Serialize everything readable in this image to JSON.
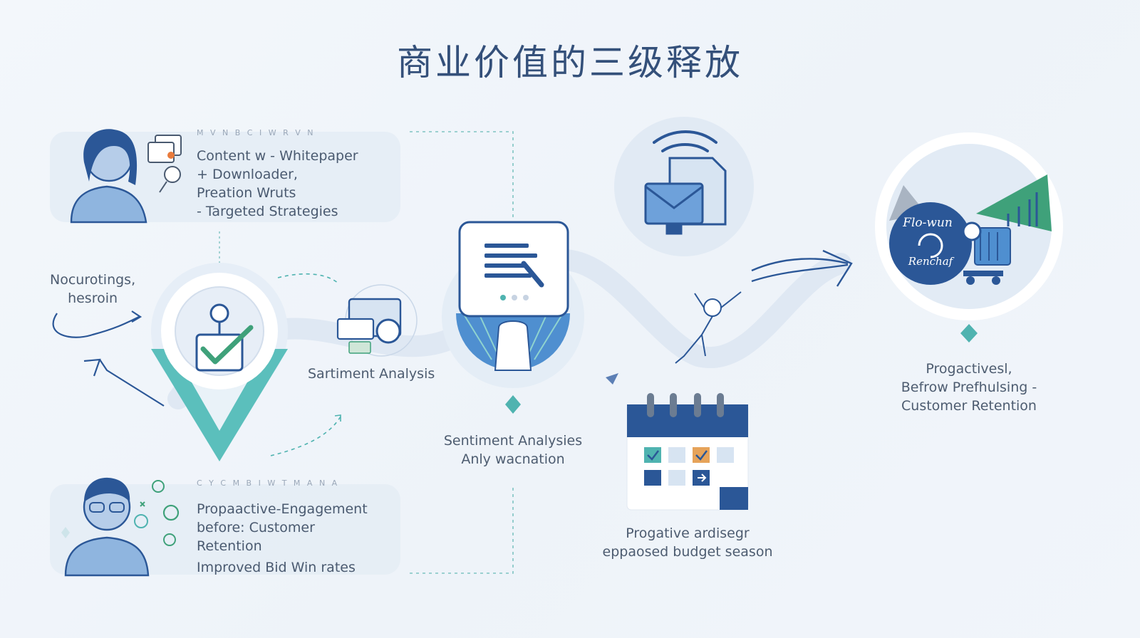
{
  "title": "商业价值的三级释放",
  "top_card": {
    "header": "M V N B C I W R V N",
    "lines": [
      "Content w - Whitepaper",
      "+ Downloader,",
      "Preation Wruts",
      "- Targeted Strategies"
    ]
  },
  "bottom_card": {
    "header": "C Y C M B I W T M A N A",
    "lines": [
      "Propaactive-Engagement",
      "before: Customer",
      "Retention",
      "Improved Bid Win rates"
    ]
  },
  "left_label": [
    "Nocurotings,",
    "hesroin"
  ],
  "sentiment_label": "Sartiment Analysis",
  "center_label": [
    "Sentiment Analysies",
    "Anly wacnation"
  ],
  "calendar_label": [
    "Progative ardisegr",
    "eppaosed budget season"
  ],
  "right_label": [
    "Progactivesl,",
    "Befrow Prefhulsing -",
    "Customer Retention"
  ],
  "badge_text": [
    "Flo-wun",
    "Renchaf"
  ],
  "colors": {
    "navy": "#2b5797",
    "teal": "#4fb3b0",
    "green": "#3fa17a",
    "light": "#dbe6f3"
  }
}
